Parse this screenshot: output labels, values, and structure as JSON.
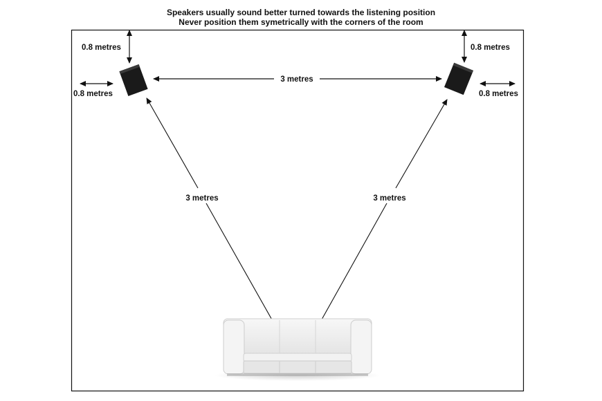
{
  "heading": {
    "line1": "Speakers usually sound better turned towards the listening position",
    "line2": "Never position them symetrically with the corners of the room"
  },
  "labels": {
    "left_top_gap": "0.8 metres",
    "left_side_gap": "0.8 metres",
    "right_top_gap": "0.8 metres",
    "right_side_gap": "0.8 metres",
    "speaker_spacing": "3 metres",
    "left_to_listener": "3 metres",
    "right_to_listener": "3 metres"
  },
  "colors": {
    "speaker": "#1a1a1a",
    "room_outline": "#111111",
    "sofa": "#efefef"
  }
}
